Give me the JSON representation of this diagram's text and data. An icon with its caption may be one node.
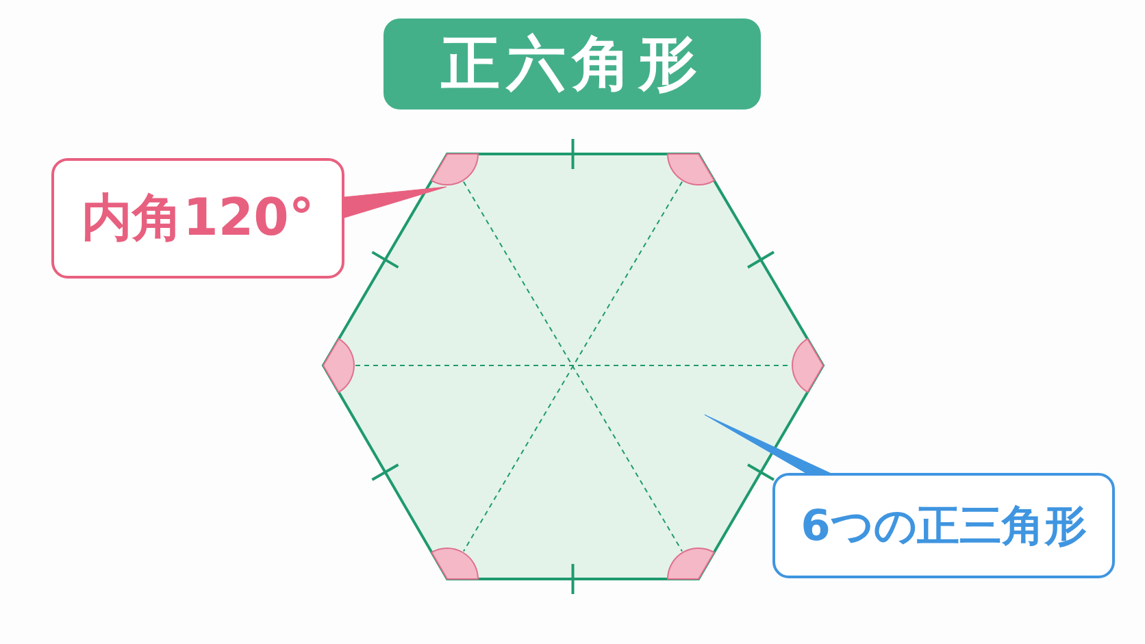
{
  "diagram": {
    "title": "正六角形",
    "nodes": [
      {
        "text": [
          "内角120°"
        ]
      },
      {
        "text": [],
        "shape": "hexagon"
      },
      {
        "text": [],
        "shape": "sector",
        "in": 1
      },
      {
        "text": [],
        "shape": "sector",
        "in": 1
      },
      {
        "text": [],
        "shape": "sector",
        "in": 1
      },
      {
        "text": [],
        "shape": "sector",
        "in": 1
      },
      {
        "text": [],
        "shape": "sector",
        "in": 1
      },
      {
        "text": [],
        "shape": "sector",
        "in": 1
      },
      {
        "text": [
          "6つの正三角形"
        ]
      }
    ],
    "edges": [
      {
        "from": 0,
        "to": 2,
        "arrow": "none",
        "color": "#e8607f"
      },
      {
        "from": 8,
        "to": 1,
        "arrow": "none",
        "color": "#3f95e0"
      },
      {
        "from": 2,
        "to": 7,
        "arrow": "none",
        "style": "dashed"
      },
      {
        "from": 3,
        "to": 6,
        "arrow": "none",
        "style": "dashed"
      },
      {
        "from": 4,
        "to": 5,
        "arrow": "none",
        "style": "dashed"
      }
    ]
  }
}
